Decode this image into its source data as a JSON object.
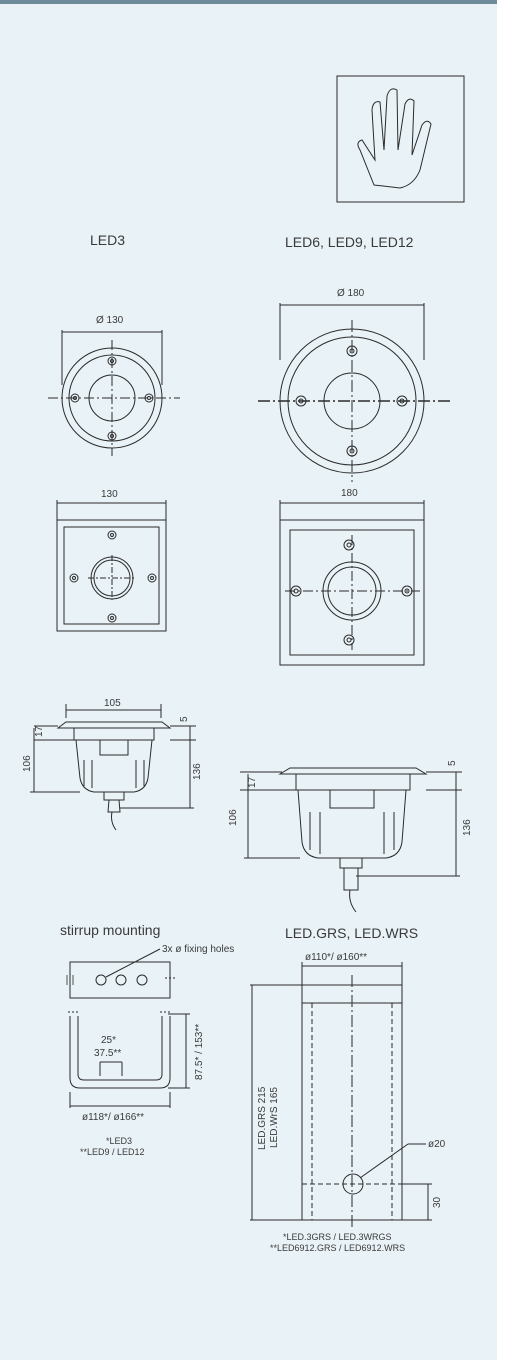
{
  "headings": {
    "led3": "LED3",
    "led6_9_12": "LED6, LED9, LED12",
    "stirrup": "stirrup mounting",
    "grs_wrs": "LED.GRS, LED.WRS"
  },
  "dimensions": {
    "round_small_dia": "Ø 130",
    "round_large_dia": "Ø 180",
    "square_small": "130",
    "square_large": "180",
    "side_small_top": "105",
    "side_small_17": "17",
    "side_small_5": "5",
    "side_small_106": "106",
    "side_small_136": "136",
    "side_large_17": "17",
    "side_large_5": "5",
    "side_large_106": "106",
    "side_large_136": "136",
    "fixing_holes": "3x ø fixing holes",
    "stirrup_inner_a": "25*",
    "stirrup_inner_b": "37.5**",
    "stirrup_height": "87.5* / 153**",
    "stirrup_width": "ø118*/ ø166**",
    "sleeve_dia": "ø110*/ ø160**",
    "sleeve_len_grs": "LED.GRS 215",
    "sleeve_len_wrs": "LED.WrS 165",
    "sleeve_hole": "ø20",
    "sleeve_hole_h": "30"
  },
  "notes": {
    "stirrup_n1": "*LED3",
    "stirrup_n2": "**LED9 / LED12",
    "sleeve_n1": "*LED.3GRS / LED.3WRGS",
    "sleeve_n2": "**LED6912.GRS / LED6912.WRS"
  },
  "colors": {
    "background": "#e9f2f6",
    "line": "#2b2b2b",
    "top_bar": "#6f8a99"
  }
}
